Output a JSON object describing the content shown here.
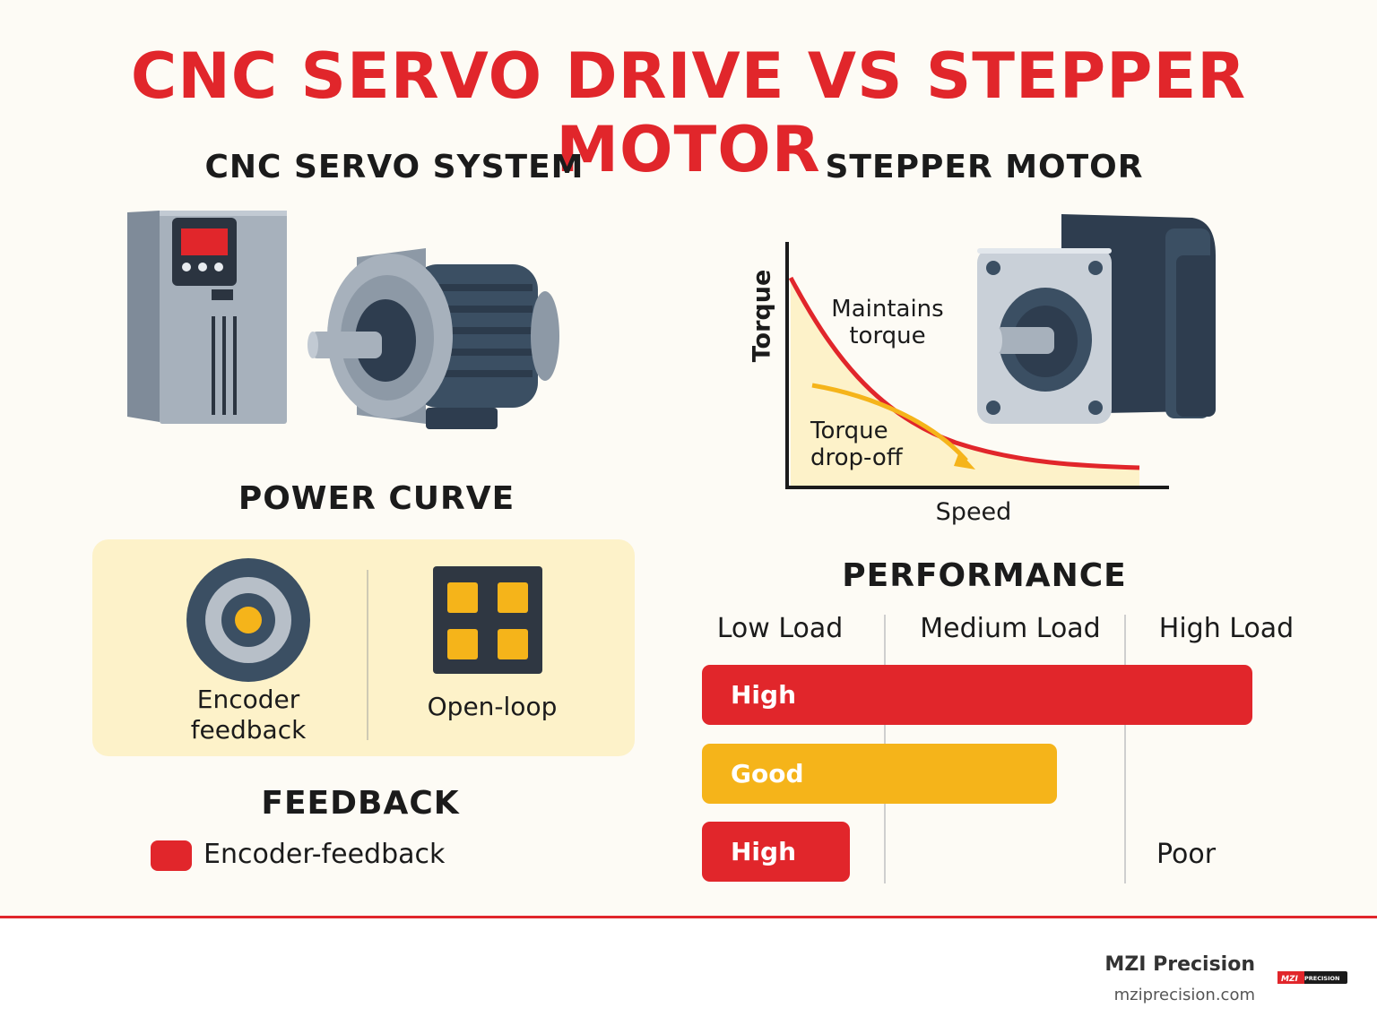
{
  "title": "CNC SERVO DRIVE VS STEPPER MOTOR",
  "servo": {
    "heading": "CNC SERVO SYSTEM"
  },
  "power_curve": {
    "heading": "POWER CURVE",
    "encoder_label_1": "Encoder",
    "encoder_label_2": "feedback",
    "openloop_label": "Open-loop"
  },
  "feedback": {
    "heading": "FEEDBACK",
    "legend_label": "Encoder-feedback",
    "legend_color": "#e1262b"
  },
  "stepper": {
    "heading": "STEPPER MOTOR",
    "y_axis": "Torque",
    "x_axis": "Speed",
    "maintains_1": "Maintains",
    "maintains_2": "torque",
    "dropoff_1": "Torque",
    "dropoff_2": "drop-off"
  },
  "performance": {
    "heading": "PERFORMANCE",
    "columns": [
      "Low Load",
      "Medium Load",
      "High Load"
    ],
    "bars": [
      {
        "label": "High",
        "color": "#e1262b",
        "extent": 0.93
      },
      {
        "label": "Good",
        "color": "#f5b41a",
        "extent": 0.6
      },
      {
        "label": "High",
        "color": "#e1262b",
        "extent": 0.25
      }
    ],
    "poor_label": "Poor"
  },
  "colors": {
    "accent_red": "#e1262b",
    "accent_yellow": "#f5b41a",
    "steel_blue": "#3b4f63",
    "panel_cream": "#fdf2c9"
  },
  "footer": {
    "company": "MZI Precision",
    "url": "mziprecision.com",
    "logo_text": "MZI PRECISION"
  }
}
